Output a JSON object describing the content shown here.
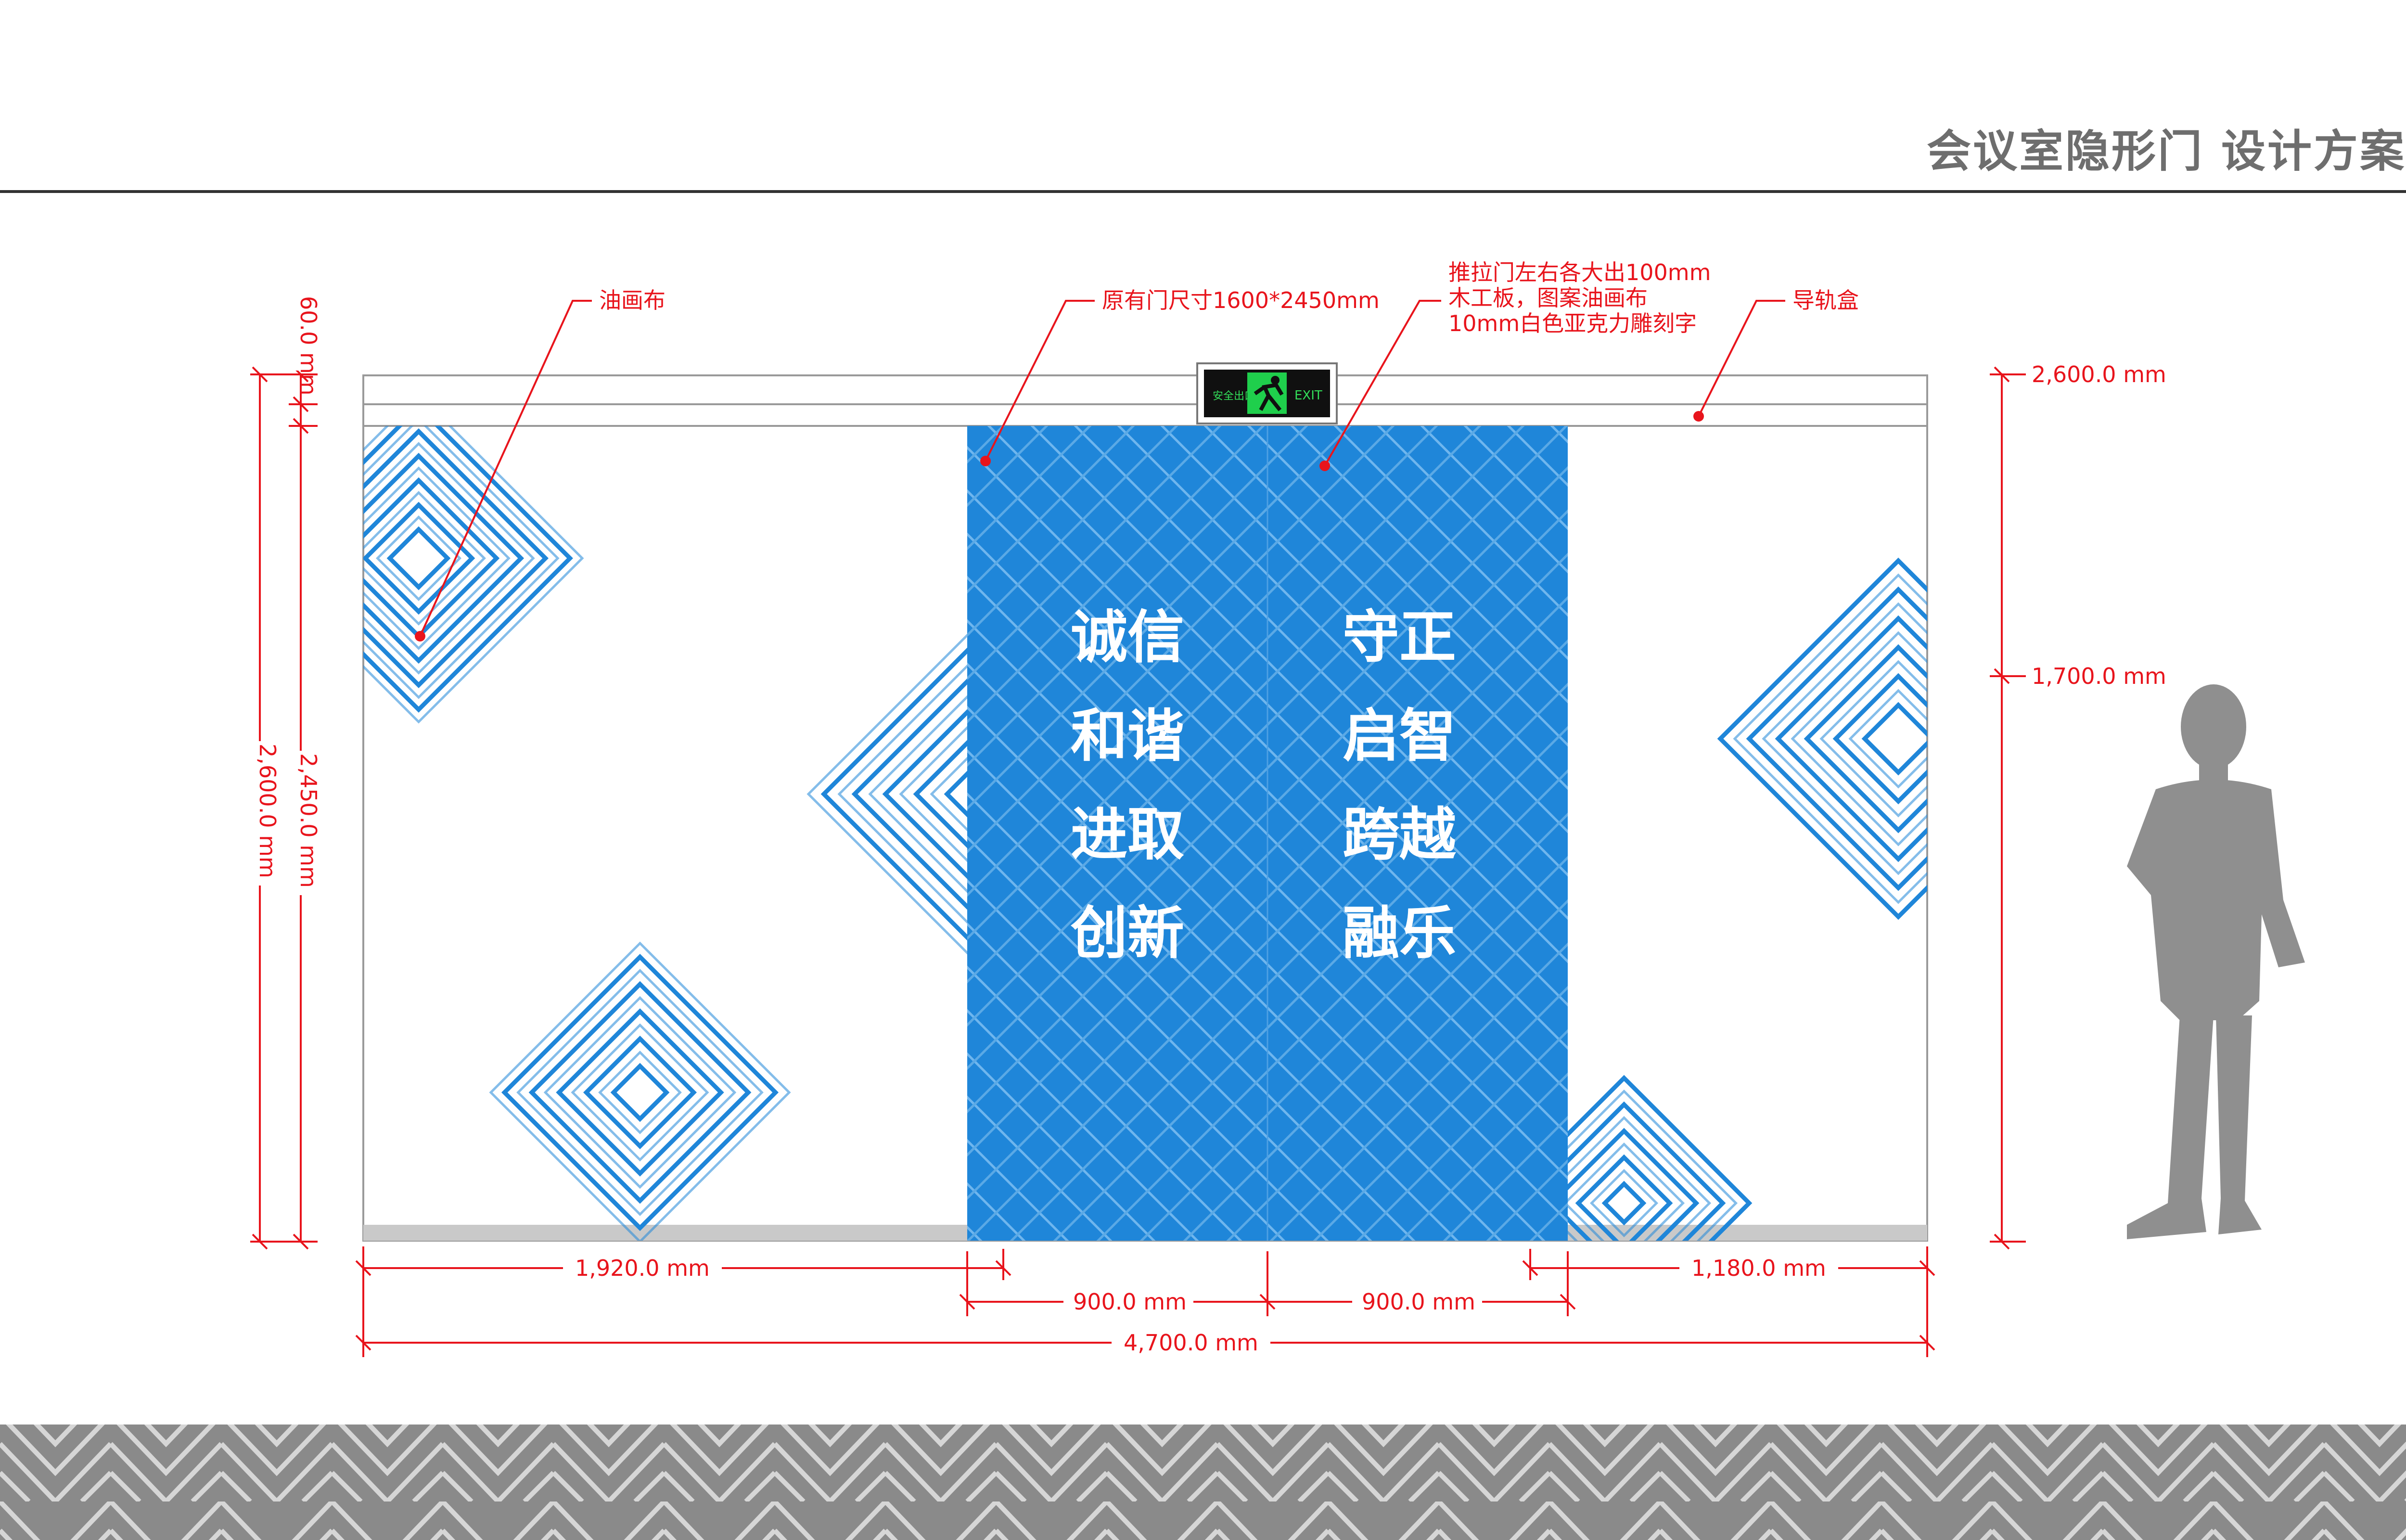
{
  "header": {
    "title": "会议室隐形门  设计方案"
  },
  "colors": {
    "accent_blue": "#1f86d9",
    "dimension_red": "#e8141c",
    "silhouette_gray": "#8f8f8f",
    "header_gray": "#6e6e6e"
  },
  "annotations": {
    "canvas": "油画布",
    "door_size": "原有门尺寸1600*2450mm",
    "door_spec_1": "推拉门左右各大出100mm",
    "door_spec_2": "木工板，图案油画布",
    "door_spec_3": "10mm白色亚克力雕刻字",
    "rail_box": "导轨盒"
  },
  "exit_sign": {
    "left_text": "安全出口",
    "right_text": "EXIT",
    "icon": "running-man-exit-icon"
  },
  "motto": {
    "left_column": [
      "诚信",
      "和谐",
      "进取",
      "创新"
    ],
    "right_column": [
      "守正",
      "启智",
      "跨越",
      "融乐"
    ]
  },
  "dimensions": {
    "top_band": "60.0 mm",
    "door_height": "2,450.0 mm",
    "wall_height": "2,600.0 mm",
    "right_total": "2,600.0 mm",
    "right_eye_level": "1,700.0 mm",
    "left_panel": "1,920.0 mm",
    "door_leaf_left": "900.0 mm",
    "door_leaf_right": "900.0 mm",
    "right_panel": "1,180.0 mm",
    "total_width": "4,700.0 mm"
  },
  "figure": {
    "icon": "person-silhouette-icon"
  },
  "footer": {
    "icon": "chevron-pattern-band"
  }
}
